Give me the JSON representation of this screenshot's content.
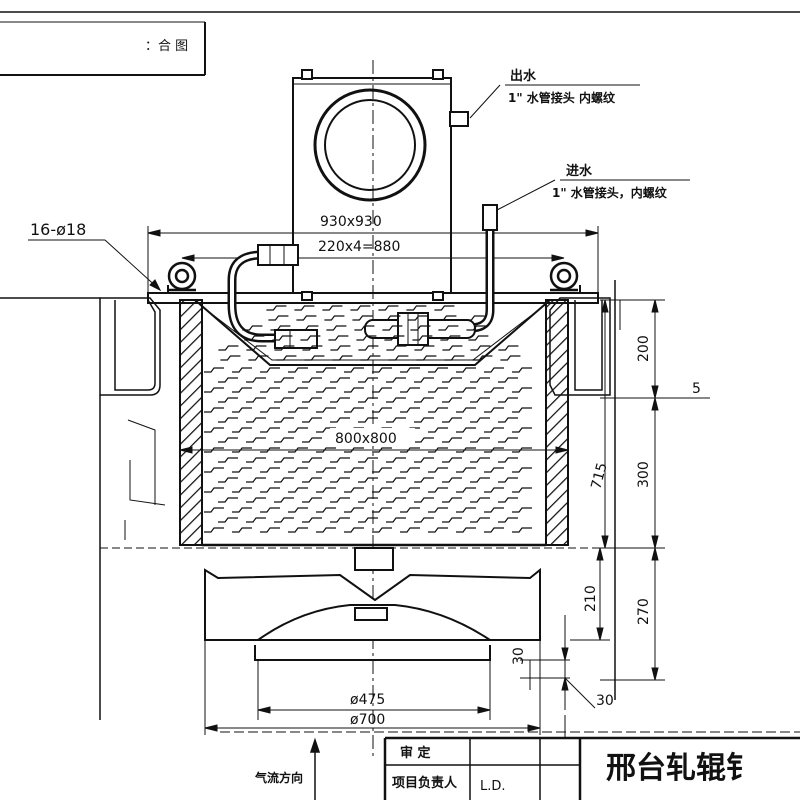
{
  "top_note": {
    "text": "：合 图"
  },
  "callouts": {
    "water_out_title": "出水",
    "water_out_spec": "1\" 水管接头 内螺纹",
    "water_in_title": "进水",
    "water_in_spec": "1\" 水管接头，内螺纹",
    "bolt_holes": "16-ø18"
  },
  "dimensions": {
    "outer_square": "930x930",
    "bolt_spacing": "220x4=880",
    "inner_square": "800x800",
    "height_200": "200",
    "gap_5": "5",
    "height_300": "300",
    "height_715": "715",
    "height_210": "210",
    "height_270": "270",
    "height_30a": "30",
    "height_30b": "30",
    "dia_475": "ø475",
    "dia_700": "ø700"
  },
  "airflow_label": "气流方向",
  "title_block": {
    "row1_label": "审   定",
    "row2_label": "项目负责人",
    "row2_value": "L.D.",
    "drawing_title": "邢台轧辊钅"
  }
}
